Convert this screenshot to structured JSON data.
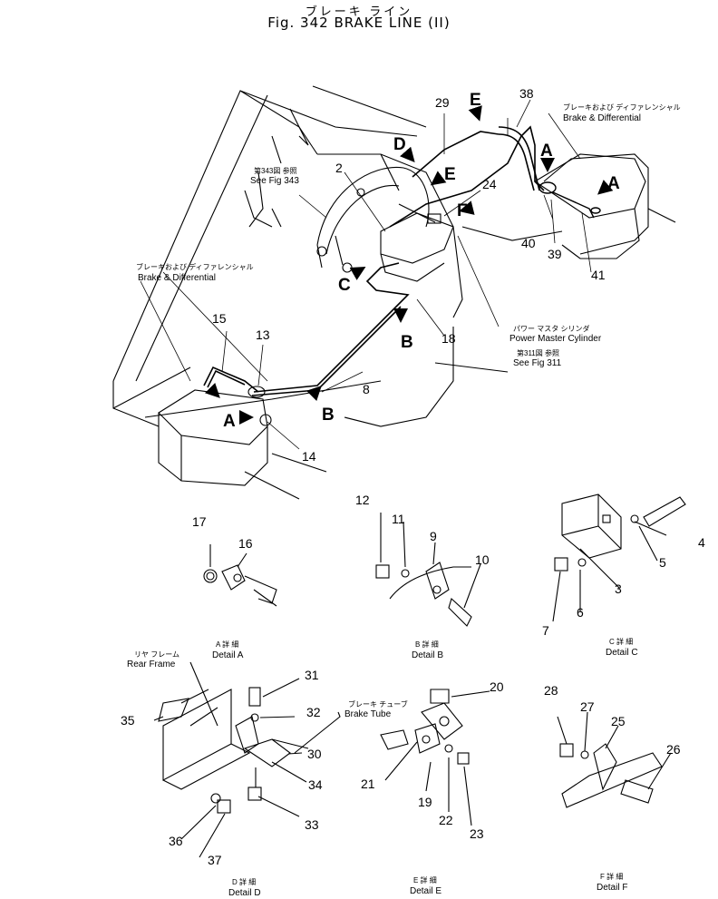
{
  "title": {
    "jp": "ブレーキ ライン",
    "en": "Fig. 342 BRAKE LINE (II)"
  },
  "labels": {
    "see343_jp": "第343図 参照",
    "see343_en": "See Fig 343",
    "bd_top_jp": "ブレーキおよび ディファレンシャル",
    "bd_top_en": "Brake & Differential",
    "bd_left_jp": "ブレーキおよび ディファレンシャル",
    "bd_left_en": "Brake & Differential",
    "pmc_jp": "パワー マスタ シリンダ",
    "pmc_en": "Power Master Cylinder",
    "see311_jp": "第311図 参照",
    "see311_en": "See Fig 311",
    "rear_frame_jp": "リヤ フレーム",
    "rear_frame_en": "Rear Frame",
    "brake_tube_jp": "ブレーキ チューブ",
    "brake_tube_en": "Brake Tube"
  },
  "details": {
    "A": {
      "jp": "A 詳 細",
      "en": "Detail A"
    },
    "B": {
      "jp": "B 詳 細",
      "en": "Detail B"
    },
    "C": {
      "jp": "C 詳 細",
      "en": "Detail C"
    },
    "D": {
      "jp": "D 詳 細",
      "en": "Detail D"
    },
    "E": {
      "jp": "E 詳 細",
      "en": "Detail E"
    },
    "F": {
      "jp": "F 詳 細",
      "en": "Detail F"
    }
  },
  "parts": {
    "p2": "2",
    "p4": "4",
    "p5": "5",
    "p6": "6",
    "p7": "7",
    "p8": "8",
    "p9": "9",
    "p10": "10",
    "p11": "11",
    "p12": "12",
    "p13": "13",
    "p14": "14",
    "p15": "15",
    "p16": "16",
    "p17": "17",
    "p18": "18",
    "p19": "19",
    "p20": "20",
    "p21": "21",
    "p22": "22",
    "p23": "23",
    "p24": "24",
    "p25": "25",
    "p26": "26",
    "p27": "27",
    "p28": "28",
    "p29": "29",
    "p30": "30",
    "p31": "31",
    "p32": "32",
    "p33": "33",
    "p34": "34",
    "p35": "35",
    "p36": "36",
    "p37": "37",
    "p38": "38",
    "p39": "39",
    "p40": "40",
    "p41": "41",
    "p3": "3"
  },
  "markers": {
    "A": "A",
    "B": "B",
    "C": "C",
    "D": "D",
    "E": "E",
    "F": "F"
  }
}
